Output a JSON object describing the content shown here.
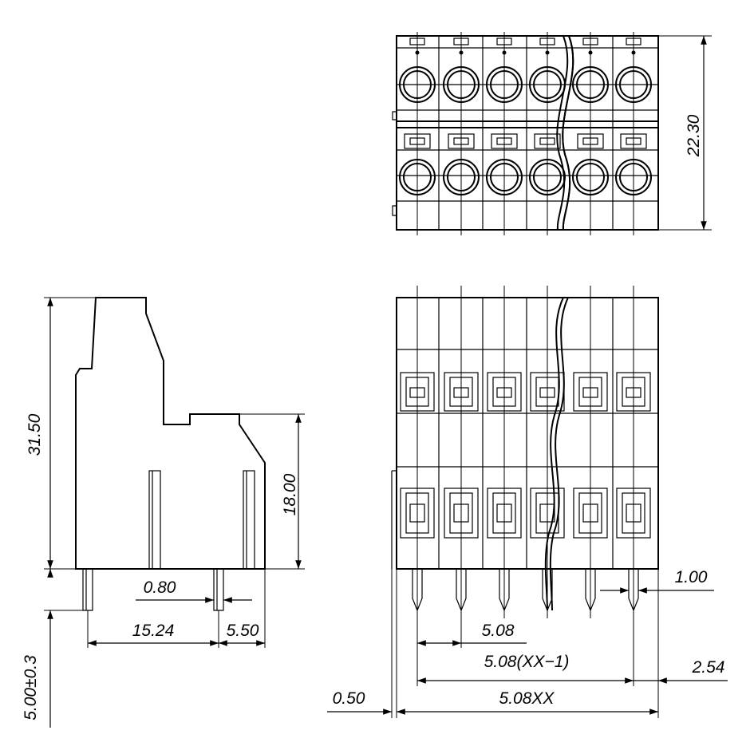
{
  "dimensions": {
    "top_view_height": "22.30",
    "side_total_height": "31.50",
    "side_body_height": "18.00",
    "pin_thickness": "0.80",
    "pin_row_spacing": "15.24",
    "pin_offset": "5.50",
    "pin_length": "5.00±0.3",
    "pin_width": "1.00",
    "pitch": "5.08",
    "pitch_span": "5.08(XX−1)",
    "edge_offset": "2.54",
    "clearance": "0.50",
    "total_width": "5.08XX"
  }
}
